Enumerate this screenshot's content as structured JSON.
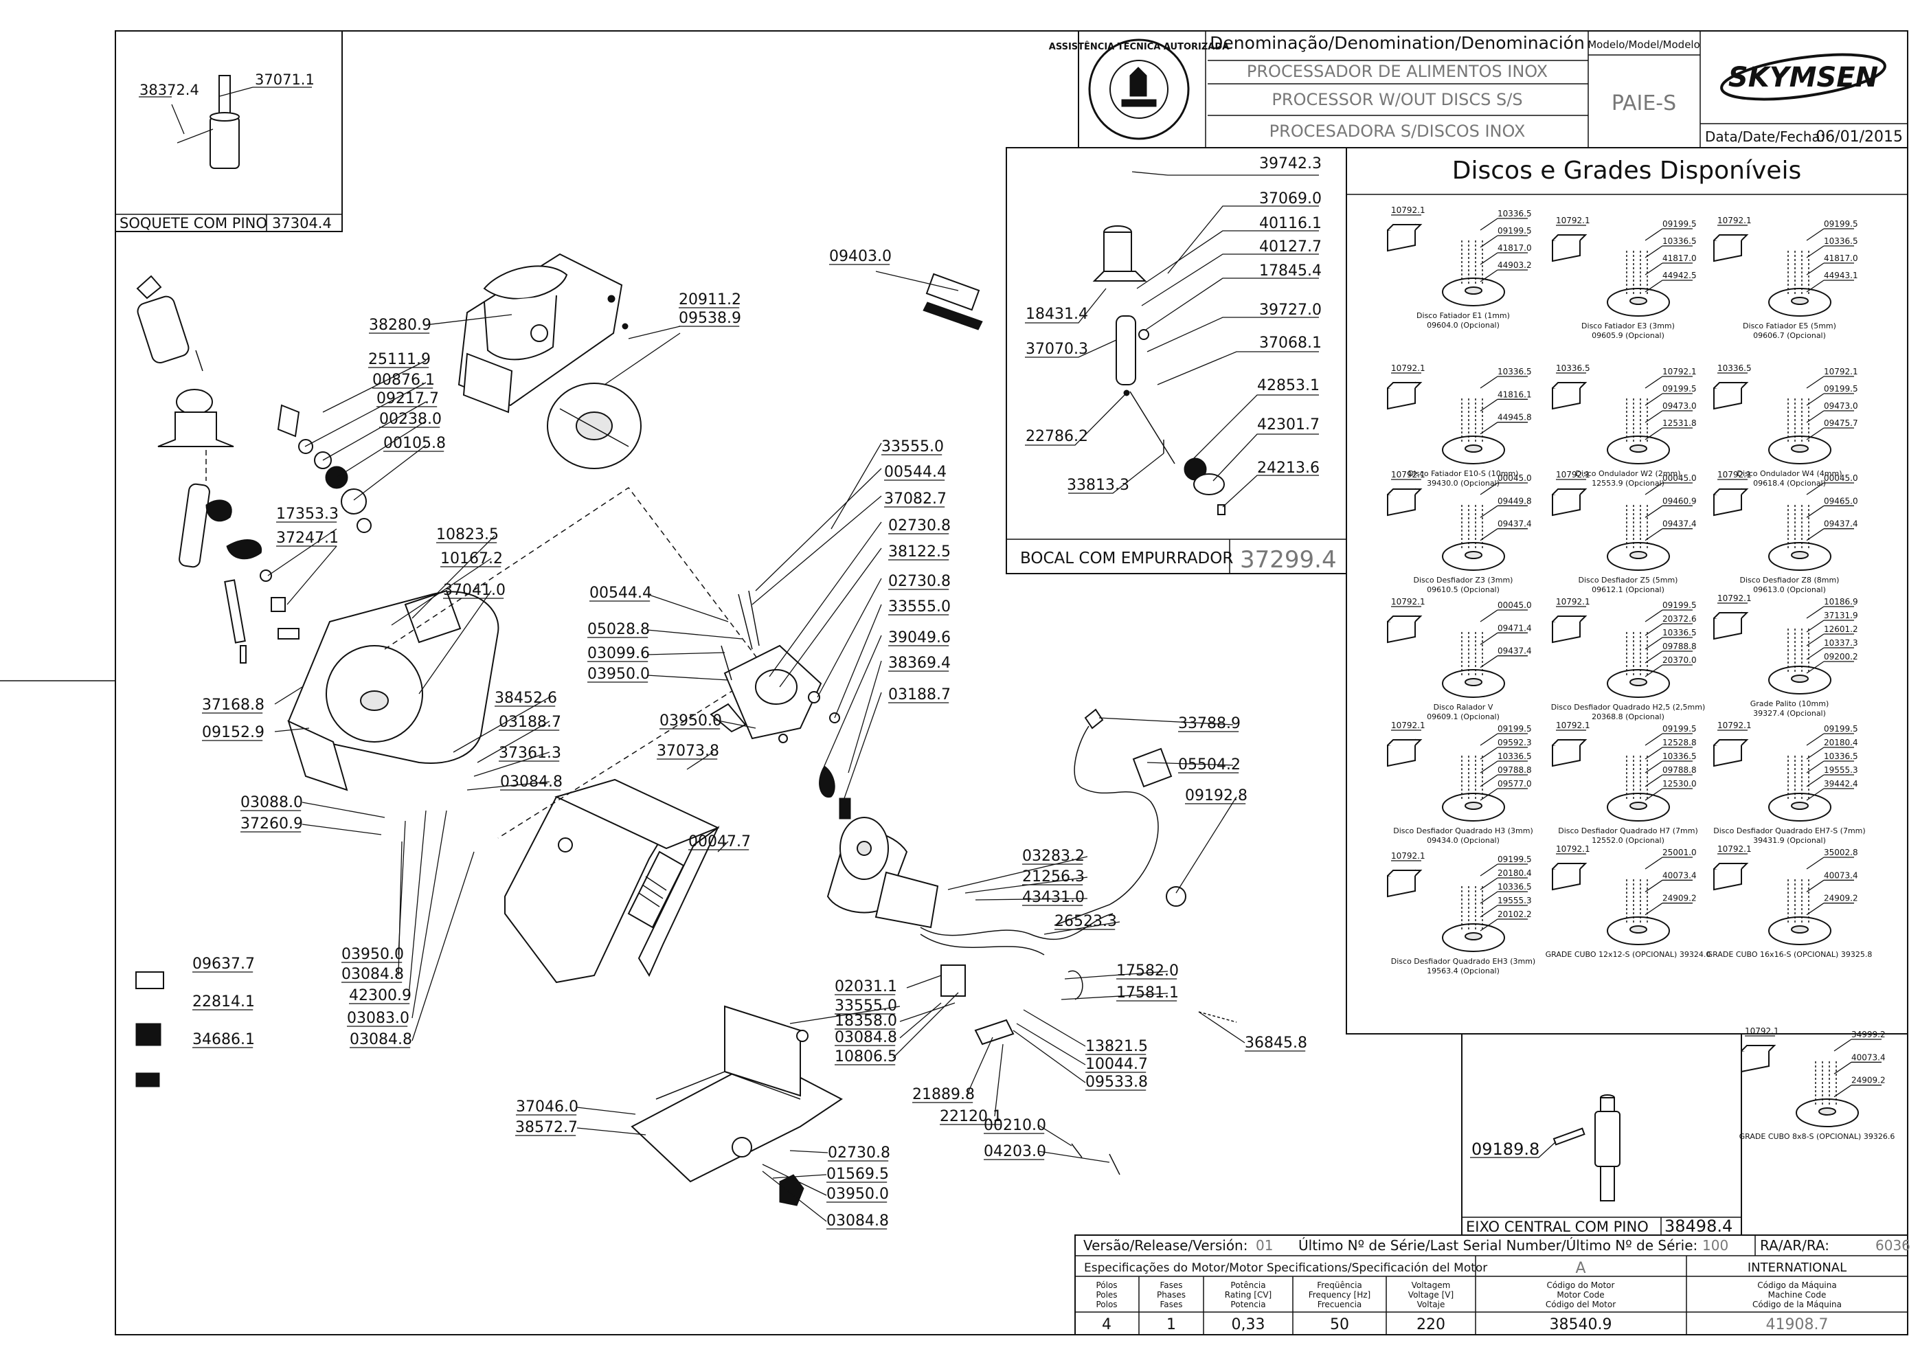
{
  "header": {
    "denomination_title": "Denominação/Denomination/Denominación",
    "name_pt": "PROCESSADOR DE ALIMENTOS INOX",
    "name_en": "PROCESSOR W/OUT DISCS S/S",
    "name_es": "PROCESADORA S/DISCOS INOX",
    "model_title": "Modelo/Model/Modelo",
    "model": "PAIE-S",
    "brand": "SKYMSEN",
    "date_label": "Data/Date/Fecha:",
    "date": "06/01/2015",
    "seal_text": "ASSISTÊNCIA TÉCNICA AUTORIZADA"
  },
  "inset_socket": {
    "caption": "SOQUETE COM PINO",
    "code": "37304.4",
    "labels": [
      "38372.4",
      "37071.1"
    ]
  },
  "inset_nozzle": {
    "caption": "BOCAL COM EMPURRADOR",
    "code": "37299.4",
    "labels": [
      "39742.3",
      "37069.0",
      "40116.1",
      "40127.7",
      "17845.4",
      "39727.0",
      "37068.1",
      "42853.1",
      "42301.7",
      "24213.6",
      "18431.4",
      "37070.3",
      "22786.2",
      "33813.3"
    ]
  },
  "inset_shaft": {
    "caption": "EIXO CENTRAL COM PINO",
    "code": "38498.4",
    "labels": [
      "09189.8"
    ]
  },
  "discs_panel": {
    "title": "Discos e Grades Disponíveis",
    "cards": [
      {
        "codes": [
          "10792.1",
          "10336.5",
          "09199.5",
          "41817.0",
          "44903.2"
        ],
        "name": "Disco Fatiador E1 (1mm)",
        "code_line": "09604.0 (Opcional)"
      },
      {
        "codes": [
          "10792.1",
          "09199.5",
          "10336.5",
          "41817.0",
          "44942.5"
        ],
        "name": "Disco Fatiador E3 (3mm)",
        "code_line": "09605.9 (Opcional)"
      },
      {
        "codes": [
          "10792.1",
          "09199.5",
          "10336.5",
          "41817.0",
          "44943.1"
        ],
        "name": "Disco Fatiador E5 (5mm)",
        "code_line": "09606.7 (Opcional)"
      },
      {
        "codes": [
          "10792.1",
          "10336.5",
          "41816.1",
          "44945.8"
        ],
        "name": "Disco Fatiador E10-S (10mm)",
        "code_line": "39430.0 (Opcional)"
      },
      {
        "codes": [
          "10336.5",
          "10792.1",
          "09199.5",
          "09473.0",
          "12531.8"
        ],
        "name": "Disco Ondulador W2 (2mm)",
        "code_line": "12553.9 (Opcional)"
      },
      {
        "codes": [
          "10336.5",
          "10792.1",
          "09199.5",
          "09473.0",
          "09475.7"
        ],
        "name": "Disco Ondulador W4 (4mm)",
        "code_line": "09618.4 (Opcional)"
      },
      {
        "codes": [
          "10792.1",
          "00045.0",
          "09449.8",
          "09437.4"
        ],
        "name": "Disco Desfiador Z3 (3mm)",
        "code_line": "09610.5 (Opcional)"
      },
      {
        "codes": [
          "10792.1",
          "00045.0",
          "09460.9",
          "09437.4"
        ],
        "name": "Disco Desfiador Z5 (5mm)",
        "code_line": "09612.1 (Opcional)"
      },
      {
        "codes": [
          "10792.1",
          "00045.0",
          "09465.0",
          "09437.4"
        ],
        "name": "Disco Desfiador Z8 (8mm)",
        "code_line": "09613.0 (Opcional)"
      },
      {
        "codes": [
          "10792.1",
          "00045.0",
          "09471.4",
          "09437.4"
        ],
        "name": "Disco Ralador V",
        "code_line": "09609.1 (Opcional)"
      },
      {
        "codes": [
          "10792.1",
          "09199.5",
          "20372.6",
          "10336.5",
          "09788.8",
          "20370.0"
        ],
        "name": "Disco Desfiador Quadrado H2,5 (2,5mm)",
        "code_line": "20368.8 (Opcional)"
      },
      {
        "codes": [
          "10792.1",
          "10186.9",
          "37131.9",
          "12601.2",
          "10337.3",
          "09200.2"
        ],
        "name": "Grade Palito (10mm)",
        "code_line": "39327.4 (Opcional)"
      },
      {
        "codes": [
          "10792.1",
          "09199.5",
          "09592.3",
          "10336.5",
          "09788.8",
          "09577.0"
        ],
        "name": "Disco Desfiador Quadrado H3 (3mm)",
        "code_line": "09434.0 (Opcional)"
      },
      {
        "codes": [
          "10792.1",
          "09199.5",
          "12528.8",
          "10336.5",
          "09788.8",
          "12530.0"
        ],
        "name": "Disco Desfiador Quadrado H7 (7mm)",
        "code_line": "12552.0 (Opcional)"
      },
      {
        "codes": [
          "10792.1",
          "09199.5",
          "20180.4",
          "10336.5",
          "19555.3",
          "39442.4"
        ],
        "name": "Disco Desfiador Quadrado EH7-S (7mm)",
        "code_line": "39431.9 (Opcional)"
      },
      {
        "codes": [
          "10792.1",
          "09199.5",
          "20180.4",
          "10336.5",
          "19555.3",
          "20102.2"
        ],
        "name": "Disco Desfiador Quadrado EH3 (3mm)",
        "code_line": "19563.4 (Opcional)"
      },
      {
        "codes": [
          "10792.1",
          "25001.0",
          "40073.4",
          "24909.2"
        ],
        "name": "GRADE CUBO 12x12-S (OPCIONAL) 39324.0",
        "code_line": ""
      },
      {
        "codes": [
          "10792.1",
          "35002.8",
          "40073.4",
          "24909.2"
        ],
        "name": "GRADE CUBO 16x16-S (OPCIONAL) 39325.8",
        "code_line": ""
      },
      {
        "codes": [
          "10792.1",
          "34999.2",
          "40073.4",
          "24909.2"
        ],
        "name": "GRADE CUBO 8x8-S (OPCIONAL) 39326.6",
        "code_line": ""
      }
    ]
  },
  "main_labels": [
    "09403.0",
    "38280.9",
    "20911.2",
    "09538.9",
    "25111.9",
    "00876.1",
    "09217.7",
    "00238.0",
    "00105.8",
    "17353.3",
    "37247.1",
    "10823.5",
    "10167.2",
    "37041.0",
    "37168.8",
    "09152.9",
    "38452.6",
    "03188.7",
    "37361.3",
    "03084.8",
    "37073.8",
    "03088.0",
    "37260.9",
    "00047.7",
    "03950.0",
    "03084.8",
    "42300.9",
    "03083.0",
    "03084.8",
    "09637.7",
    "22814.1",
    "34686.1",
    "33555.0",
    "00544.4",
    "37082.7",
    "02730.8",
    "38122.5",
    "02730.8",
    "33555.0",
    "39049.6",
    "38369.4",
    "03188.7",
    "00544.4",
    "05028.8",
    "03099.6",
    "03950.0",
    "03950.0",
    "33788.9",
    "05504.2",
    "09192.8",
    "03283.2",
    "21256.3",
    "43431.0",
    "26523.3",
    "17582.0",
    "17581.1",
    "02031.1",
    "33555.0",
    "18358.0",
    "03084.8",
    "10806.5",
    "13821.5",
    "10044.7",
    "09533.8",
    "21889.8",
    "22120.1",
    "36845.8",
    "37046.0",
    "38572.7",
    "02730.8",
    "01569.5",
    "03950.0",
    "03084.8",
    "00210.0",
    "04203.0"
  ],
  "footer": {
    "version_label": "Versão/Release/Versión:",
    "version": "01",
    "serial_label": "Último Nº de Série/Last Serial Number/Último Nº de Série:",
    "serial": "100",
    "ra_label": "RA/AR/RA:",
    "ra": "6036",
    "motor_spec_title": "Especificações do Motor/Motor Specifications/Specificación del Motor",
    "spec_letter": "A",
    "market": "INTERNATIONAL",
    "columns": [
      {
        "h1": "Pólos",
        "h2": "Poles",
        "h3": "Polos",
        "value": "4"
      },
      {
        "h1": "Fases",
        "h2": "Phases",
        "h3": "Fases",
        "value": "1"
      },
      {
        "h1": "Potência",
        "h2": "Rating [CV]",
        "h3": "Potencia",
        "value": "0,33"
      },
      {
        "h1": "Freqüência",
        "h2": "Frequency [Hz]",
        "h3": "Frecuencia",
        "value": "50"
      },
      {
        "h1": "Voltagem",
        "h2": "Voltage [V]",
        "h3": "Voltaje",
        "value": "220"
      },
      {
        "h1": "Código do Motor",
        "h2": "Motor Code",
        "h3": "Código del Motor",
        "value": "38540.9"
      },
      {
        "h1": "Código da Máquina",
        "h2": "Machine Code",
        "h3": "Código de la Máquina",
        "value": "41908.7"
      }
    ]
  }
}
